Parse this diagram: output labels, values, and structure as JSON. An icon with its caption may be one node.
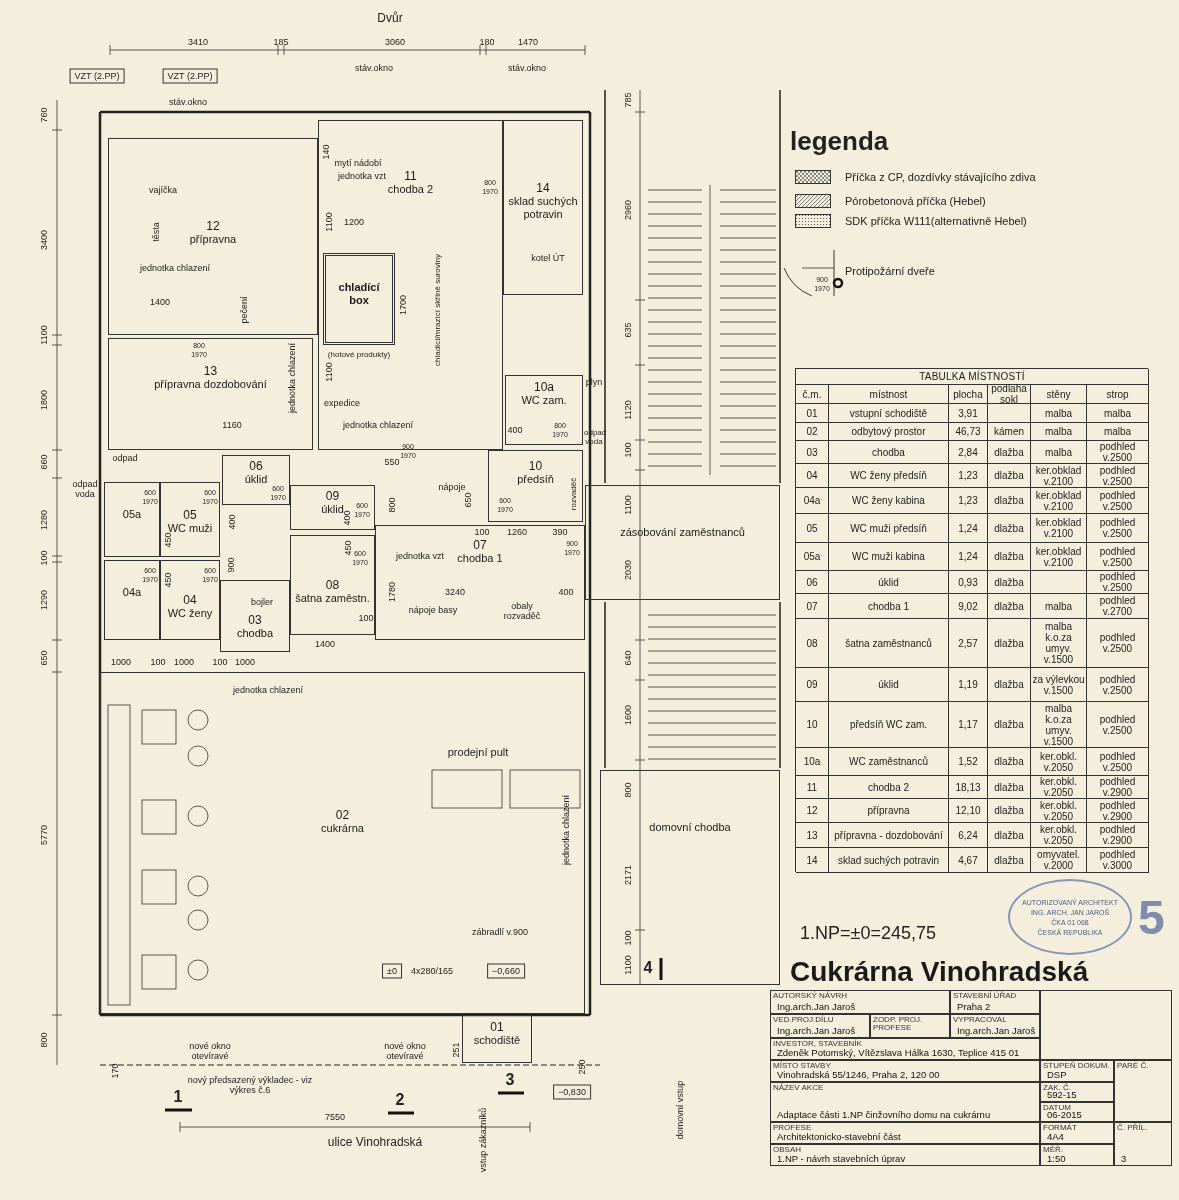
{
  "diagram": {
    "title": "Cukrárna Vinohradská",
    "nodes": [
      {
        "text": [
          "12",
          "přípravna"
        ]
      },
      {
        "text": [
          "11",
          "chodba 2"
        ]
      },
      {
        "text": [
          "chladící box"
        ],
        "in": 1,
        "beside": [
          "(hotové produkty)"
        ]
      },
      {
        "text": [
          "14",
          "sklad suchých potravin"
        ]
      },
      {
        "text": [
          "13",
          "přípravna dozdobování"
        ]
      },
      {
        "text": [
          "10a",
          "WC zam."
        ]
      },
      {
        "text": [
          "06",
          "úklid"
        ]
      },
      {
        "text": [
          "05a"
        ]
      },
      {
        "text": [
          "05",
          "WC muži"
        ]
      },
      {
        "text": [
          "09",
          "úklid"
        ]
      },
      {
        "text": [
          "10",
          "předsíň"
        ]
      },
      {
        "text": [
          "04a"
        ]
      },
      {
        "text": [
          "04",
          "WC ženy"
        ]
      },
      {
        "text": [
          "08",
          "šatna zaměstn."
        ]
      },
      {
        "text": [
          "07",
          "chodba 1"
        ]
      },
      {
        "text": [
          "03",
          "chodba"
        ]
      },
      {
        "text": [
          "02",
          "cukrárna"
        ]
      },
      {
        "text": [
          "01",
          "schodiště"
        ]
      },
      {
        "text": [
          "zásobování zaměstnanců"
        ]
      },
      {
        "text": [
          "domovní chodba"
        ]
      }
    ],
    "labels": [
      "Dvůr",
      "3410",
      "185",
      "3060",
      "180",
      "1470",
      "VZT (2.PP)",
      "VZT (2.PP)",
      "stáv.okno",
      "stáv.okno",
      "stáv.okno",
      "760",
      "3400",
      "1100",
      "1800",
      "660",
      "1280",
      "100",
      "1290",
      "650",
      "5770",
      "800",
      "vajíčka",
      "těsta",
      "jednotka chlazení",
      "1400",
      "pečení",
      "140",
      "mytí nádobí",
      "jednotka vzt",
      "1100",
      "1200",
      "1700",
      "chladící/mrazící skříně suroviny",
      "1100",
      "expedice",
      "jednotka chlazení",
      "jednotka chlazení",
      "1160",
      "odpad",
      "odpad voda",
      "plyn",
      "odpad voda",
      "400",
      "kotel ÚT",
      "550",
      "800",
      "nápoje",
      "650",
      "rozvaděč",
      "100",
      "1260",
      "390",
      "jednotka vzt",
      "1780",
      "3240",
      "400",
      "100",
      "nápoje basy",
      "obaly rozvaděč",
      "450",
      "450",
      "400",
      "900",
      "400",
      "450",
      "bojler",
      "1400",
      "1000",
      "100",
      "1000",
      "100",
      "1000",
      "jednotka chlazení",
      "prodejní pult",
      "jednotka chlazení",
      "zábradlí v.900",
      "±0",
      "4x280/165",
      "−0,660",
      "nové okno otevíravé",
      "nové okno otevíravé",
      "170",
      "251",
      "250",
      "nový předsazený výkladec - viz výkres č.6",
      "1",
      "2",
      "3",
      "4",
      "−0,830",
      "7550",
      "ulice Vinohradská",
      "vstup zákazníků",
      "domovní vstup",
      "785",
      "2960",
      "635",
      "1120",
      "100",
      "1100",
      "2030",
      "640",
      "1600",
      "800",
      "2171",
      "100",
      "1100",
      "800",
      "1970",
      "800",
      "1970",
      "800",
      "1970",
      "600",
      "1970",
      "600",
      "1970",
      "600",
      "1970",
      "600",
      "1970",
      "600",
      "1970",
      "600",
      "1970",
      "600",
      "1970",
      "900",
      "1970",
      "600",
      "1970",
      "900",
      "1970",
      "900",
      "1970",
      "legenda",
      "TABULKA MÍSTNOSTÍ",
      "č.m.",
      "místnost",
      "plocha",
      "podlaha sokl",
      "stěny",
      "strop",
      "01",
      "vstupní schodiště",
      "3,91",
      "malba",
      "malba",
      "02",
      "odbytový prostor",
      "46,73",
      "kámen",
      "malba",
      "malba",
      "03",
      "chodba",
      "2,84",
      "dlažba",
      "malba",
      "podhled v.2500",
      "04",
      "WC ženy předsíň",
      "1,23",
      "dlažba",
      "ker.obklad v.2100",
      "podhled v.2500",
      "04a",
      "WC ženy kabina",
      "1,23",
      "dlažba",
      "ker.obklad v.2100",
      "podhled v.2500",
      "05",
      "WC muži předsíň",
      "1,24",
      "dlažba",
      "ker.obklad v.2100",
      "podhled v.2500",
      "05a",
      "WC muži kabina",
      "1,24",
      "dlažba",
      "ker.obklad v.2100",
      "podhled v.2500",
      "06",
      "úklid",
      "0,93",
      "dlažba",
      "podhled v.2500",
      "07",
      "chodba 1",
      "9,02",
      "dlažba",
      "malba",
      "podhled v.2700",
      "08",
      "šatna zaměstnanců",
      "2,57",
      "dlažba",
      "malba k.o.za umyv. v.1500",
      "podhled v.2500",
      "09",
      "úklid",
      "1,19",
      "dlažba",
      "za výlevkou v.1500",
      "podhled v.2500",
      "10",
      "předsíň WC zam.",
      "1,17",
      "dlažba",
      "malba k.o.za umyv. v.1500",
      "podhled v.2500",
      "10a",
      "WC zaměstnanců",
      "1,52",
      "dlažba",
      "ker.obkl. v.2050",
      "podhled v.2500",
      "11",
      "chodba 2",
      "18,13",
      "dlažba",
      "ker.obkl. v.2050",
      "podhled v.2900",
      "12",
      "přípravna",
      "12,10",
      "dlažba",
      "ker.obkl. v.2050",
      "podhled v.2900",
      "13",
      "přípravna - dozdobování",
      "6,24",
      "dlažba",
      "ker.obkl. v.2050",
      "podhled v.2900",
      "14",
      "sklad suchých potravin",
      "4,67",
      "dlažba",
      "omyvatel. v.2000",
      "podhled v.3000",
      "1.NP=±0=245,75",
      "AUTORIZOVANÝ ARCHITEKT",
      "ING. ARCH. JAN JAROŠ",
      "ČKA 01 068",
      "ČESKÁ REPUBLIKA",
      "5",
      "AUTORSKÝ NÁVRH",
      "Ing.arch.Jan Jaroš",
      "STAVEBNÍ ÚŘAD",
      "Praha 2",
      "VED.PROJ.DÍLU",
      "Ing.arch.Jan Jaroš",
      "ZODP. PROJ. PROFESE",
      "VYPRACOVAL",
      "Ing.arch.Jan Jaroš",
      "INVESTOR, STAVEBNÍK",
      "Zdeněk Potomský, Vítězslava Hálka 1630, Teplice 415 01",
      "MÍSTO STAVBY",
      "Vinohradská 55/1246, Praha 2, 120 00",
      "STUPEŇ DOKUM.",
      "DSP",
      "PARÉ Č.",
      "NÁZEV AKCE",
      "Adaptace části 1.NP činžovního domu na cukrárnu",
      "ZAK. Č.",
      "592-15",
      "DATUM",
      "06-2015",
      "PROFESE",
      "Architektonicko-stavební část",
      "FORMÁT",
      "4A4",
      "Č. PŘÍL.",
      "3",
      "OBSAH",
      "1.NP - návrh stavebních úprav",
      "MĚŘ.",
      "1:50"
    ],
    "legend": [
      {
        "text": "Příčka z CP, dozdívky stávajícího zdiva"
      },
      {
        "text": "Pórobetonová příčka (Hebel)"
      },
      {
        "text": "SDK příčka W111(alternativně Hebel)"
      },
      {
        "text": "Protipožární dveře"
      }
    ]
  }
}
